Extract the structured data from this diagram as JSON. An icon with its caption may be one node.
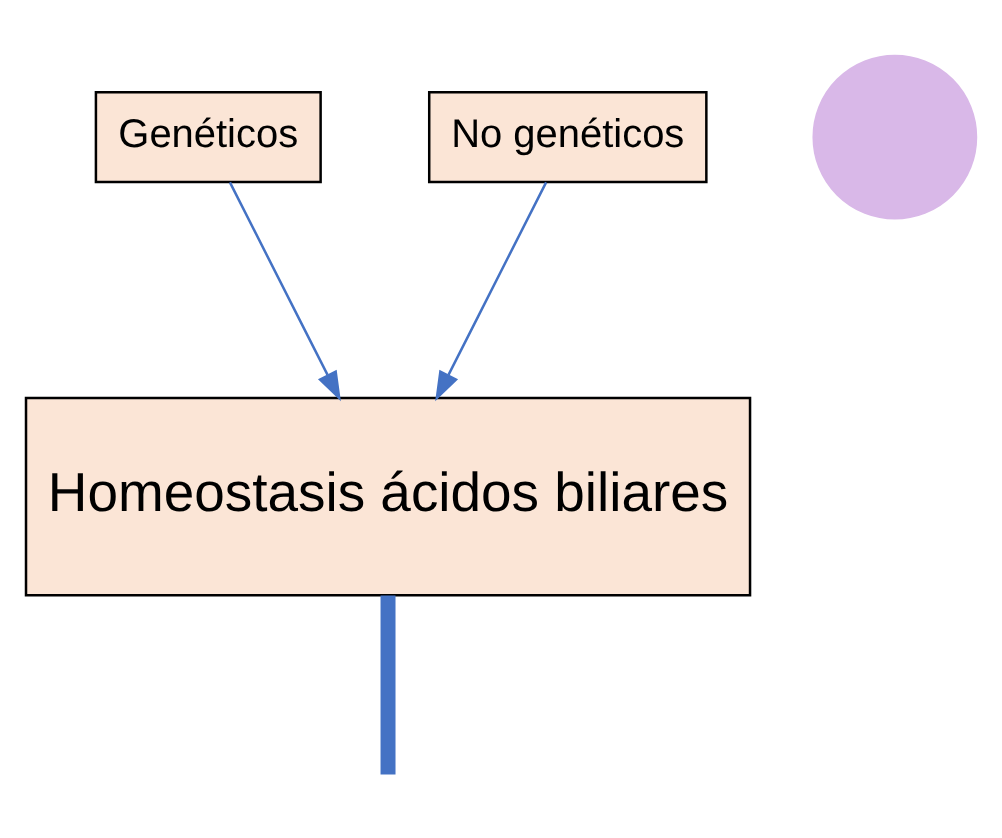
{
  "diagram": {
    "nodes": [
      {
        "text": [
          "Genéticos"
        ]
      },
      {
        "text": [
          "No genéticos"
        ]
      },
      {
        "text": [
          "Homeostasis ácidos biliares"
        ]
      },
      {
        "text": [],
        "shape": "circle"
      }
    ],
    "edges": [
      {
        "from": 0,
        "to": 2,
        "arrow": "to"
      },
      {
        "from": 1,
        "to": 2,
        "arrow": "to"
      },
      {
        "from": 2,
        "to": null,
        "arrow": "none",
        "style": "thick"
      }
    ]
  }
}
